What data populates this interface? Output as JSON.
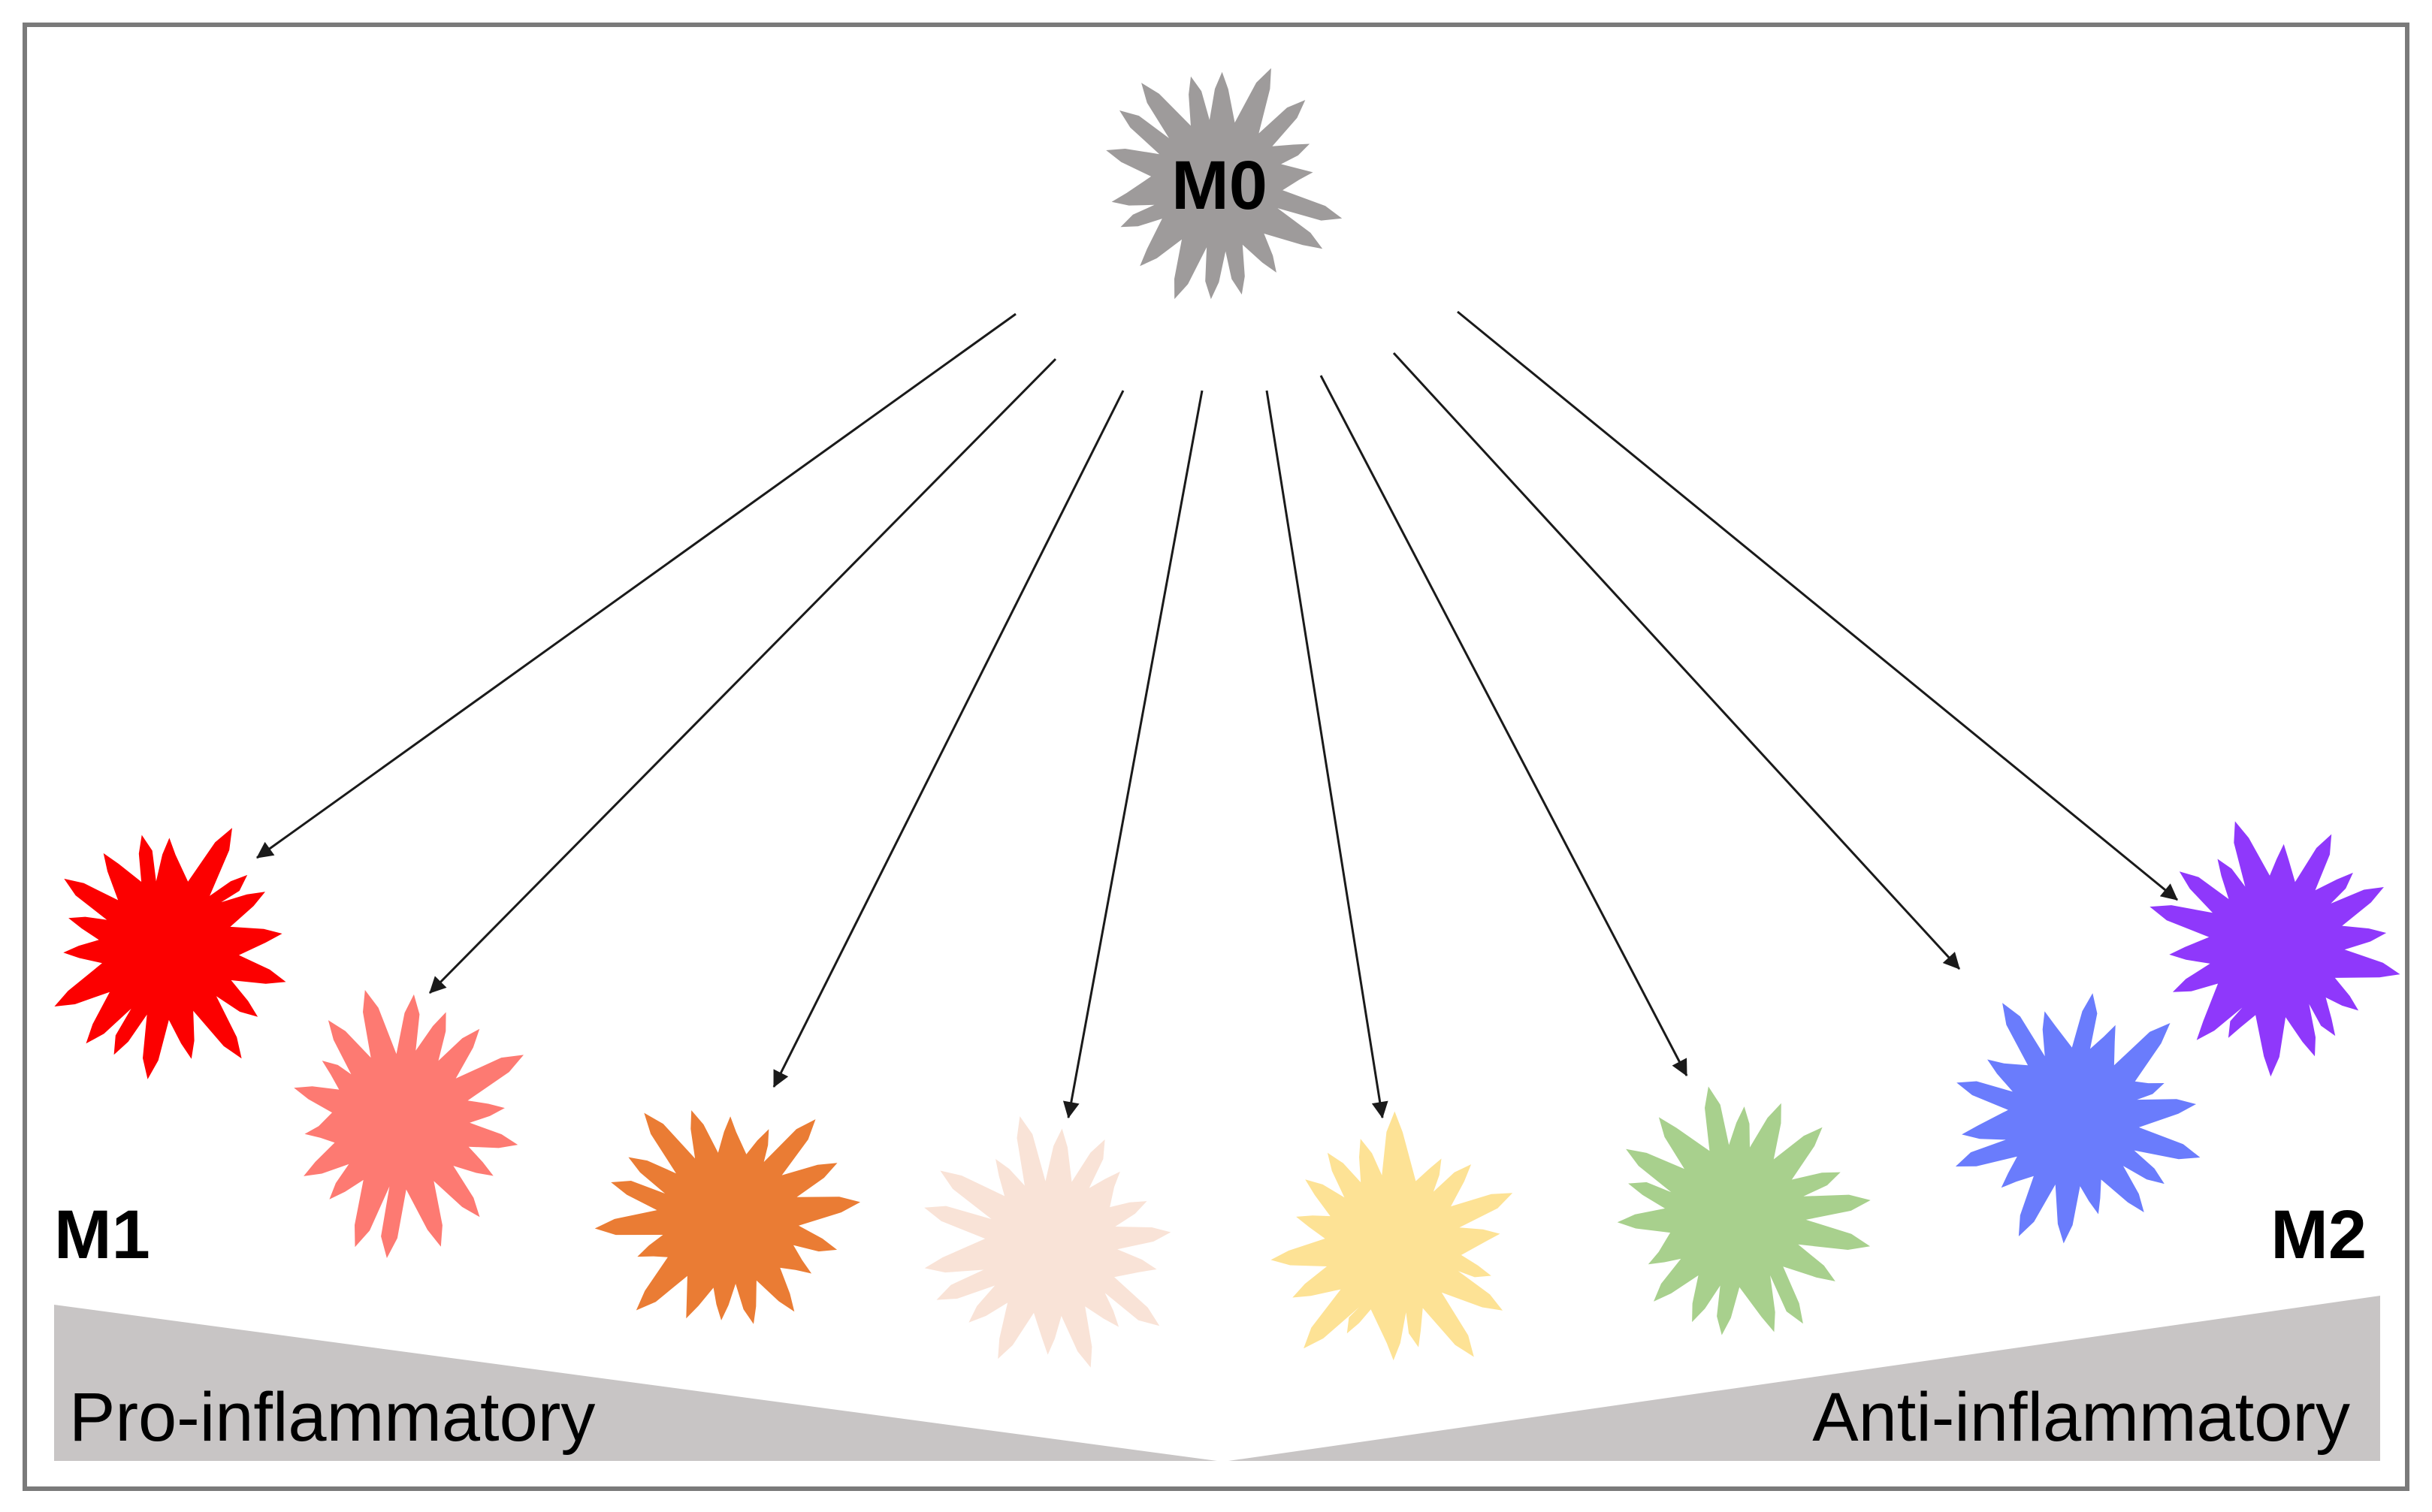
{
  "source": {
    "label": "M0",
    "color": "#9e9b9b"
  },
  "targets": [
    {
      "label": "M1",
      "color": "#fc0000"
    },
    {
      "label": "",
      "color": "#fd7a72"
    },
    {
      "label": "",
      "color": "#ea7c34"
    },
    {
      "label": "",
      "color": "#f9e3d7"
    },
    {
      "label": "",
      "color": "#fde295"
    },
    {
      "label": "",
      "color": "#a8d08d"
    },
    {
      "label": "",
      "color": "#6a7cfc"
    },
    {
      "label": "M2",
      "color": "#8f38fb"
    }
  ],
  "gradient": {
    "left_label": "Pro-inflammatory",
    "right_label": "Anti-inflammatory",
    "color": "#c8c5c5"
  },
  "arrow_color": "#1a1a1a",
  "frame_color": "#7a7a7a"
}
